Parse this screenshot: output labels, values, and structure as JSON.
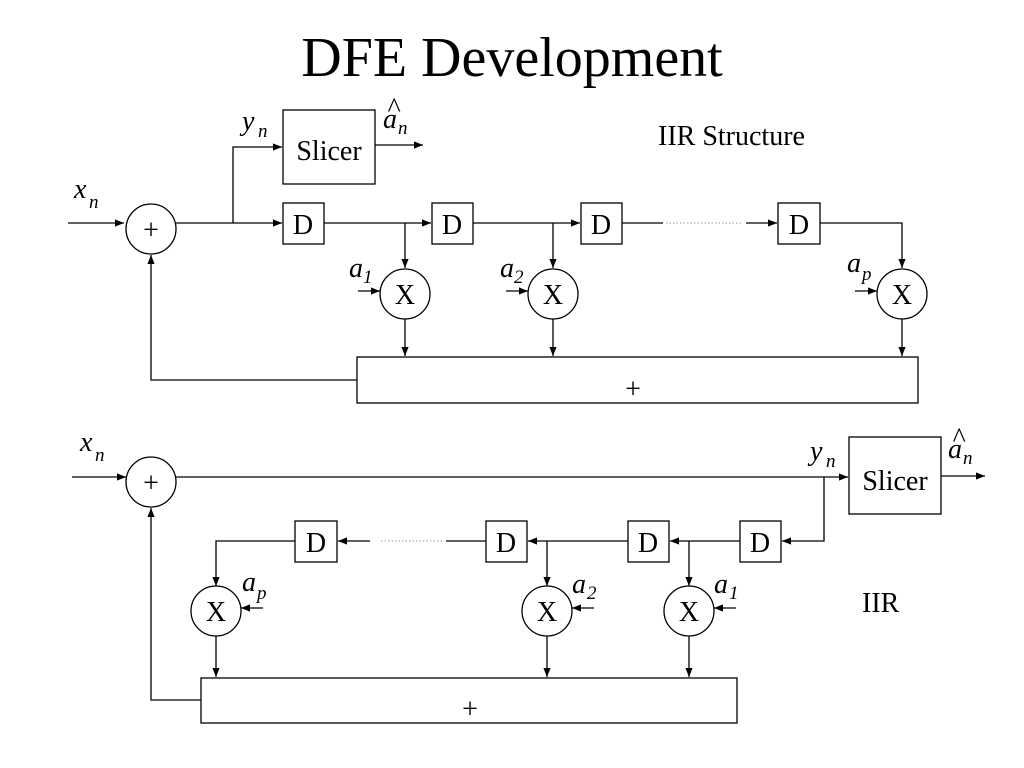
{
  "title": "DFE Development",
  "iir_structure": {
    "caption": "IIR Structure",
    "input": "x",
    "input_sub": "n",
    "slicer_input": "y",
    "slicer_input_sub": "n",
    "slicer_label": "Slicer",
    "output": "a",
    "output_hat": "^",
    "output_sub": "n",
    "adder_label": "+",
    "delay_label": "D",
    "multiplier_label": "X",
    "summer_label": "+",
    "coefficients": [
      {
        "base": "a",
        "sub": "1"
      },
      {
        "base": "a",
        "sub": "2"
      },
      {
        "base": "a",
        "sub": "p"
      }
    ]
  },
  "iir": {
    "caption": "IIR",
    "input": "x",
    "input_sub": "n",
    "slicer_input": "y",
    "slicer_input_sub": "n",
    "slicer_label": "Slicer",
    "output": "a",
    "output_hat": "^",
    "output_sub": "n",
    "adder_label": "+",
    "delay_label": "D",
    "multiplier_label": "X",
    "summer_label": "+",
    "coefficients": [
      {
        "base": "a",
        "sub": "p"
      },
      {
        "base": "a",
        "sub": "2"
      },
      {
        "base": "a",
        "sub": "1"
      }
    ]
  }
}
